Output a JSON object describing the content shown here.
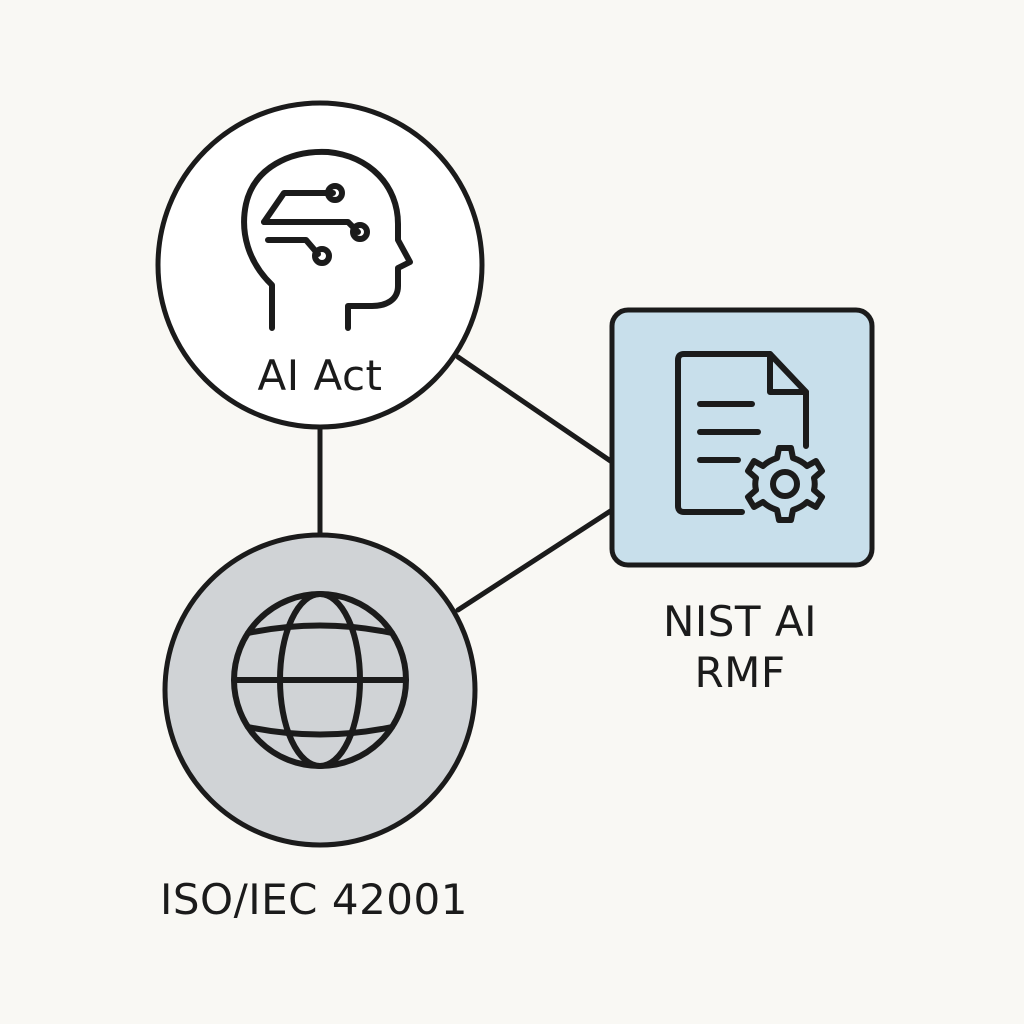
{
  "nodes": {
    "ai_act": {
      "label": "AI Act",
      "icon": "head-circuit-icon"
    },
    "nist": {
      "label": "NIST AI RMF",
      "icon": "document-gear-icon"
    },
    "iso": {
      "label": "ISO/IEC 42001",
      "icon": "globe-icon"
    }
  },
  "colors": {
    "background": "#f9f8f4",
    "stroke": "#1b1b1b",
    "ai_act_fill": "#ffffff",
    "nist_fill": "#c8dfeb",
    "iso_fill": "#d0d3d6"
  }
}
